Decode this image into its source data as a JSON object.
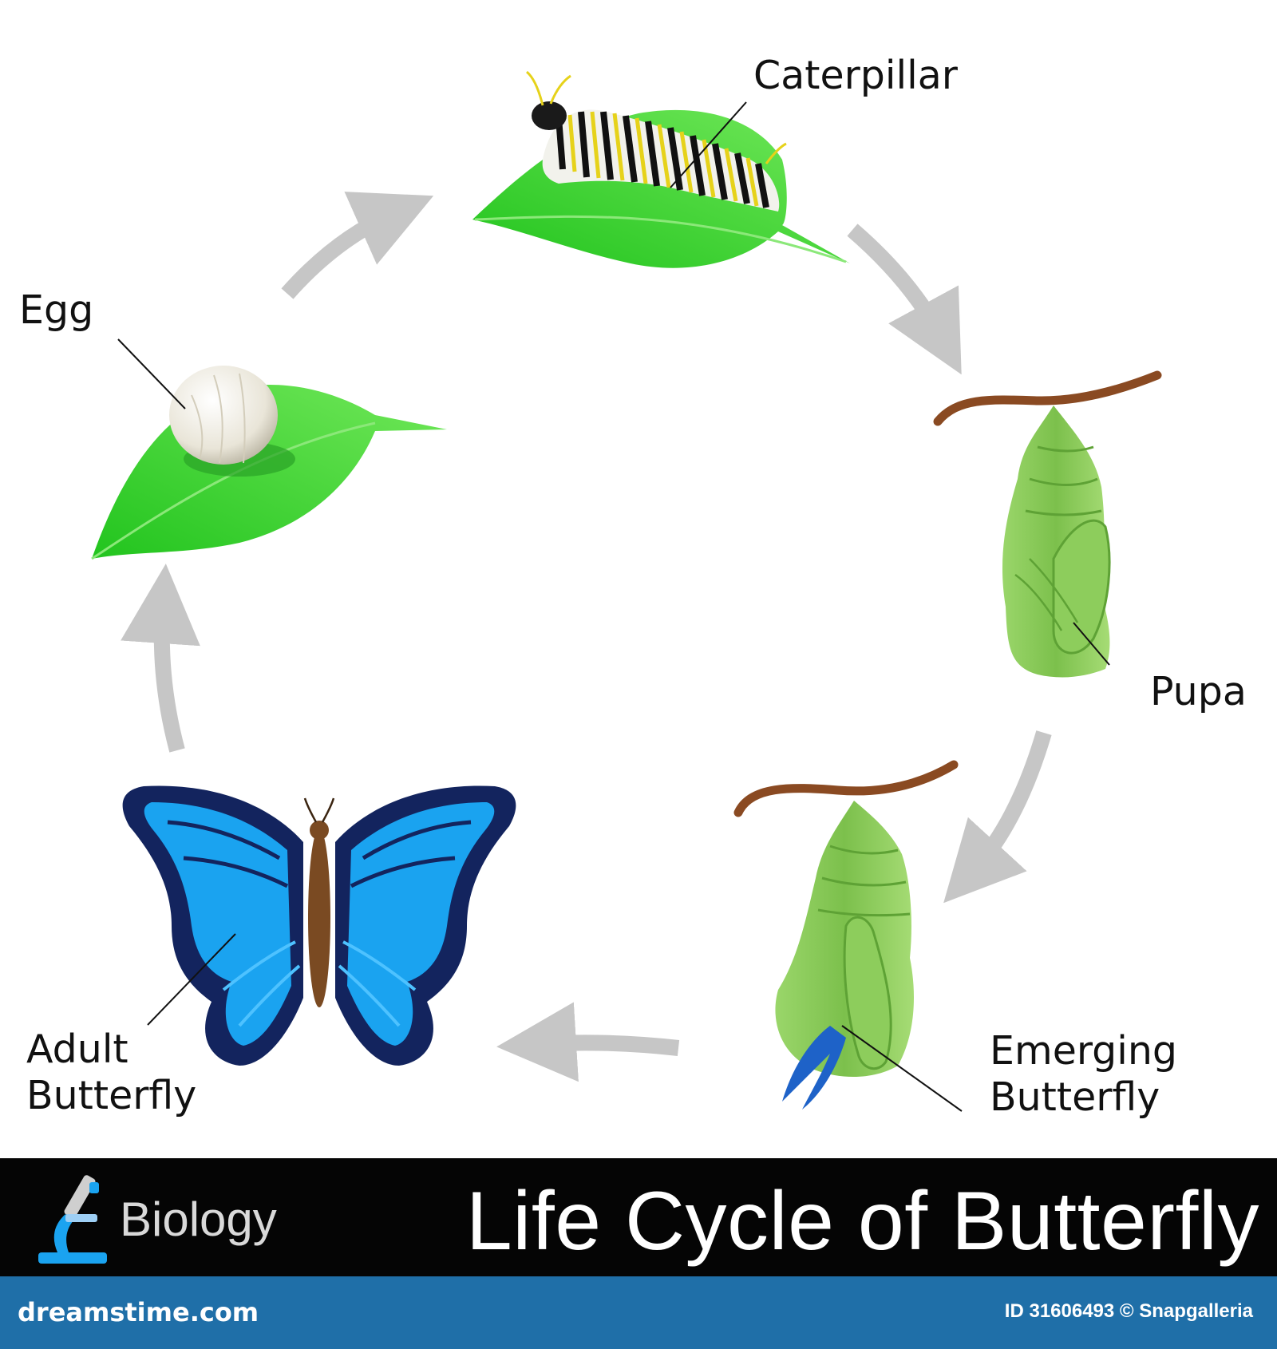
{
  "diagram": {
    "stages": [
      {
        "id": "egg",
        "label": "Egg"
      },
      {
        "id": "caterpillar",
        "label": "Caterpillar"
      },
      {
        "id": "pupa",
        "label": "Pupa"
      },
      {
        "id": "emerging",
        "label": "Emerging\nButterfly"
      },
      {
        "id": "adult",
        "label": "Adult\nButterfly"
      }
    ]
  },
  "banner": {
    "subject": "Biology",
    "title": "Life Cycle of Butterfly"
  },
  "footer": {
    "site": "dreamstime.com",
    "credit": "ID 31606493 © Snapgalleria"
  },
  "colors": {
    "leaf": "#3cd52f",
    "arrow": "#c6c6c6",
    "butterfly": "#1aa3f0",
    "pupa": "#8fcf5a",
    "banner": "#050505",
    "footer": "#1f6fa8"
  }
}
